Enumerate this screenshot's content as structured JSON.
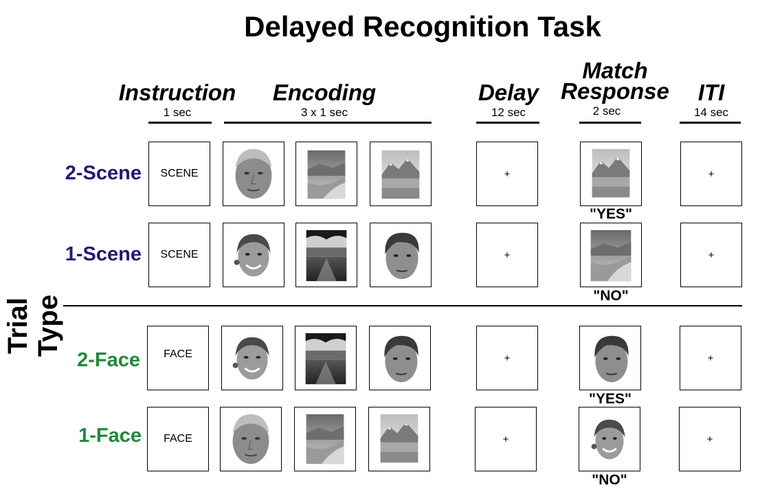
{
  "title": "Delayed Recognition Task",
  "y_axis_label": "Trial Type",
  "columns": [
    {
      "id": "instruction",
      "label": "Instruction",
      "duration": "1 sec"
    },
    {
      "id": "encoding",
      "label": "Encoding",
      "duration": "3 x 1 sec"
    },
    {
      "id": "delay",
      "label": "Delay",
      "duration": "12 sec"
    },
    {
      "id": "match",
      "label_line1": "Match",
      "label_line2": "Response",
      "duration": "2 sec"
    },
    {
      "id": "iti",
      "label": "ITI",
      "duration": "14 sec"
    }
  ],
  "fixation": "+",
  "colors": {
    "scene_label": "#221877",
    "face_label": "#1e8a3a"
  },
  "rows": [
    {
      "label": "2-Scene",
      "group": "scene",
      "instruction": "SCENE",
      "encoding": [
        "face-male-blond",
        "scene-valley",
        "scene-mountain-lake"
      ],
      "probe": "scene-mountain-lake",
      "response": "\"YES\""
    },
    {
      "label": "1-Scene",
      "group": "scene",
      "instruction": "SCENE",
      "encoding": [
        "face-female-smiling",
        "scene-dark-lake",
        "face-male-brown-hair"
      ],
      "probe": "scene-valley",
      "response": "\"NO\""
    },
    {
      "label": "2-Face",
      "group": "face",
      "instruction": "FACE",
      "encoding": [
        "face-female-smiling",
        "scene-dark-lake",
        "face-male-brown-hair"
      ],
      "probe": "face-male-brown-hair",
      "response": "\"YES\""
    },
    {
      "label": "1-Face",
      "group": "face",
      "instruction": "FACE",
      "encoding": [
        "face-male-blond",
        "scene-valley",
        "scene-mountain-lake"
      ],
      "probe": "face-female-smiling",
      "response": "\"NO\""
    }
  ]
}
